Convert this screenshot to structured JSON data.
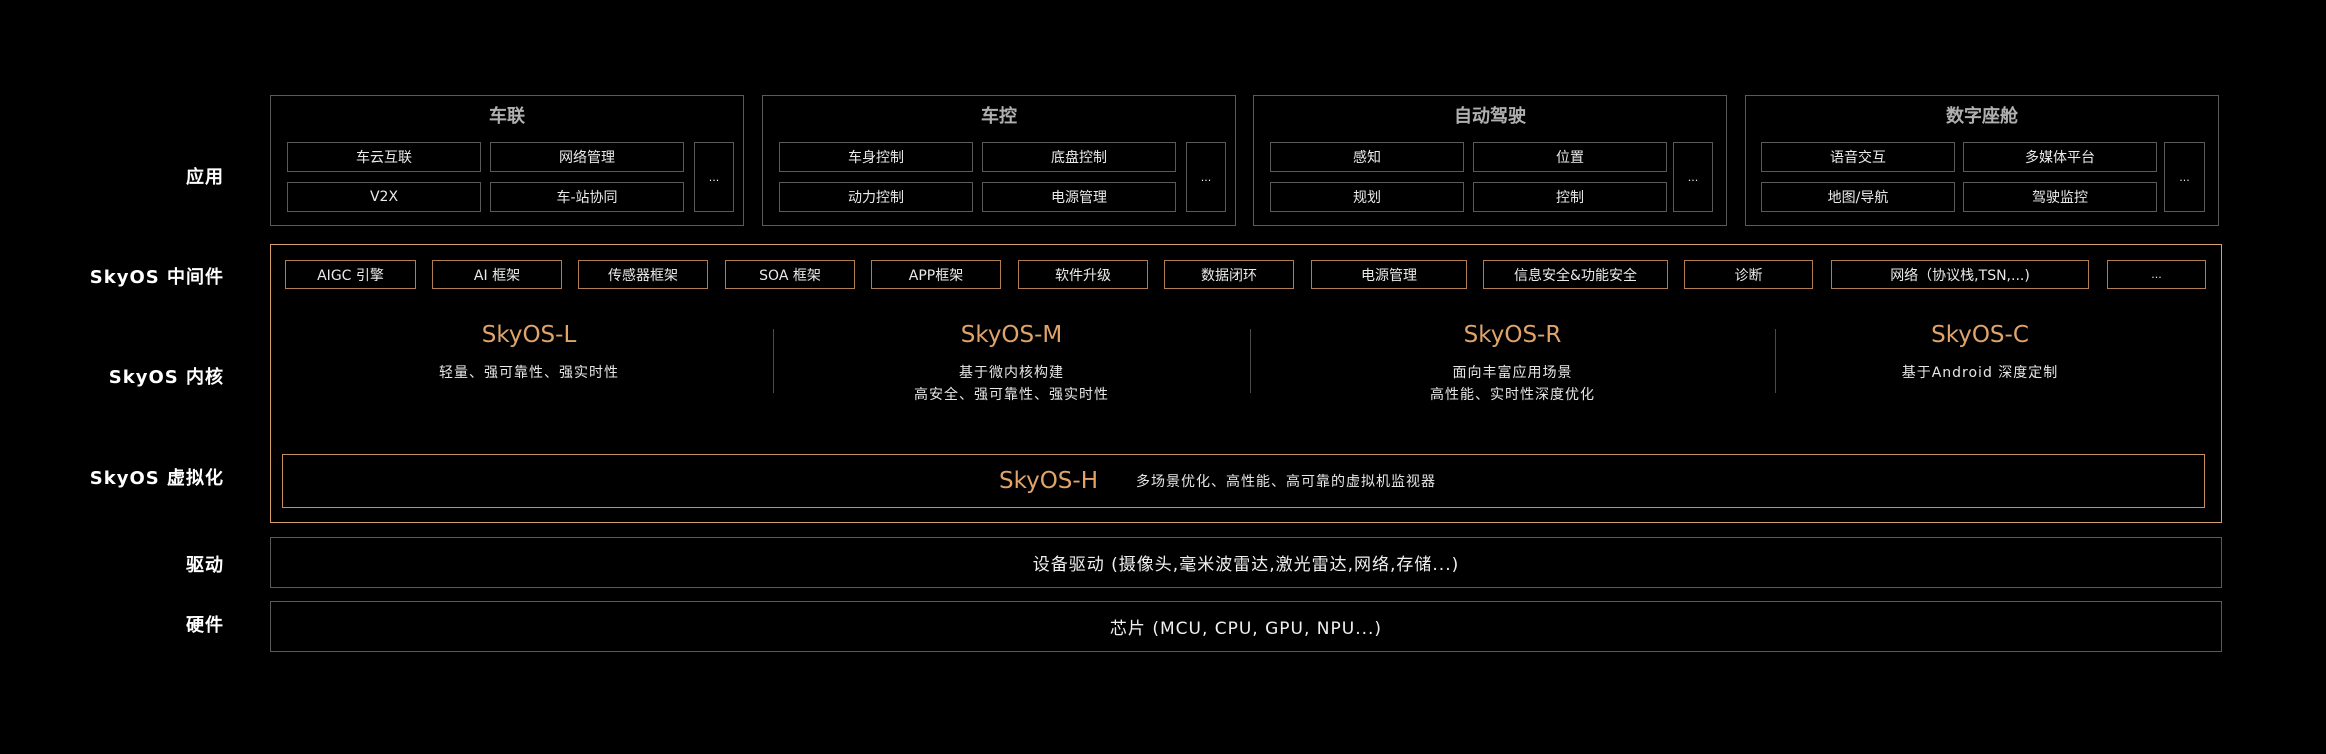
{
  "row_labels": {
    "app": "应用",
    "middleware": "SkyOS 中间件",
    "kernel": "SkyOS 内核",
    "virtualization": "SkyOS 虚拟化",
    "driver": "驱动",
    "hardware": "硬件"
  },
  "app_groups": [
    {
      "title": "车联",
      "cells": [
        "车云互联",
        "网络管理",
        "V2X",
        "车-站协同"
      ],
      "more": "..."
    },
    {
      "title": "车控",
      "cells": [
        "车身控制",
        "底盘控制",
        "动力控制",
        "电源管理"
      ],
      "more": "..."
    },
    {
      "title": "自动驾驶",
      "cells": [
        "感知",
        "位置",
        "规划",
        "控制"
      ],
      "more": "..."
    },
    {
      "title": "数字座舱",
      "cells": [
        "语音交互",
        "多媒体平台",
        "地图/导航",
        "驾驶监控"
      ],
      "more": "..."
    }
  ],
  "middleware": [
    "AIGC 引擎",
    "AI 框架",
    "传感器框架",
    "SOA 框架",
    "APP框架",
    "软件升级",
    "数据闭环",
    "电源管理",
    "信息安全&功能安全",
    "诊断",
    "网络（协议栈,TSN,...)",
    "..."
  ],
  "kernels": [
    {
      "name": "SkyOS-L",
      "desc1": "轻量、强可靠性、强实时性",
      "desc2": ""
    },
    {
      "name": "SkyOS-M",
      "desc1": "基于微内核构建",
      "desc2": "高安全、强可靠性、强实时性"
    },
    {
      "name": "SkyOS-R",
      "desc1": "面向丰富应用场景",
      "desc2": "高性能、实时性深度优化"
    },
    {
      "name": "SkyOS-C",
      "desc1": "基于Android 深度定制",
      "desc2": ""
    }
  ],
  "hypervisor": {
    "name": "SkyOS-H",
    "desc": "多场景优化、高性能、高可靠的虚拟机监视器"
  },
  "driver": "设备驱动 (摄像头,毫米波雷达,激光雷达,网络,存储...)",
  "hardware": "芯片 (MCU, CPU, GPU, NPU...)",
  "colors": {
    "accent": "#e0a46b",
    "border_gold": "#c48f5b",
    "border_grey": "#5a5a5a",
    "background": "#000000"
  }
}
